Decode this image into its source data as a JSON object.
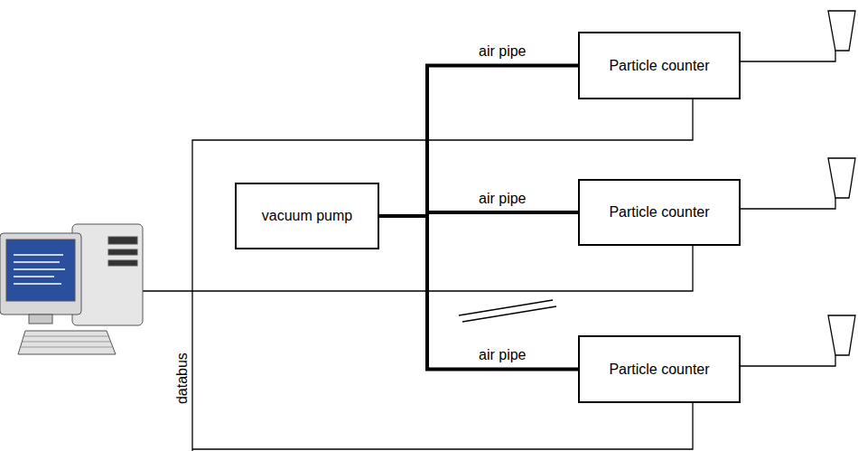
{
  "diagram": {
    "nodes": [
      {
        "text": [
          "vacuum pump"
        ]
      },
      {
        "text": [
          "Particle counter"
        ]
      },
      {
        "text": [
          "Particle counter"
        ]
      },
      {
        "text": [
          "Particle counter"
        ]
      }
    ],
    "edges": [
      {
        "from": 0,
        "to": 1,
        "label": "air pipe",
        "arrow": "none"
      },
      {
        "from": 0,
        "to": 2,
        "label": "air pipe",
        "arrow": "none"
      },
      {
        "from": 0,
        "to": 3,
        "label": "air pipe",
        "arrow": "none"
      }
    ],
    "labels": [
      "databus"
    ]
  }
}
